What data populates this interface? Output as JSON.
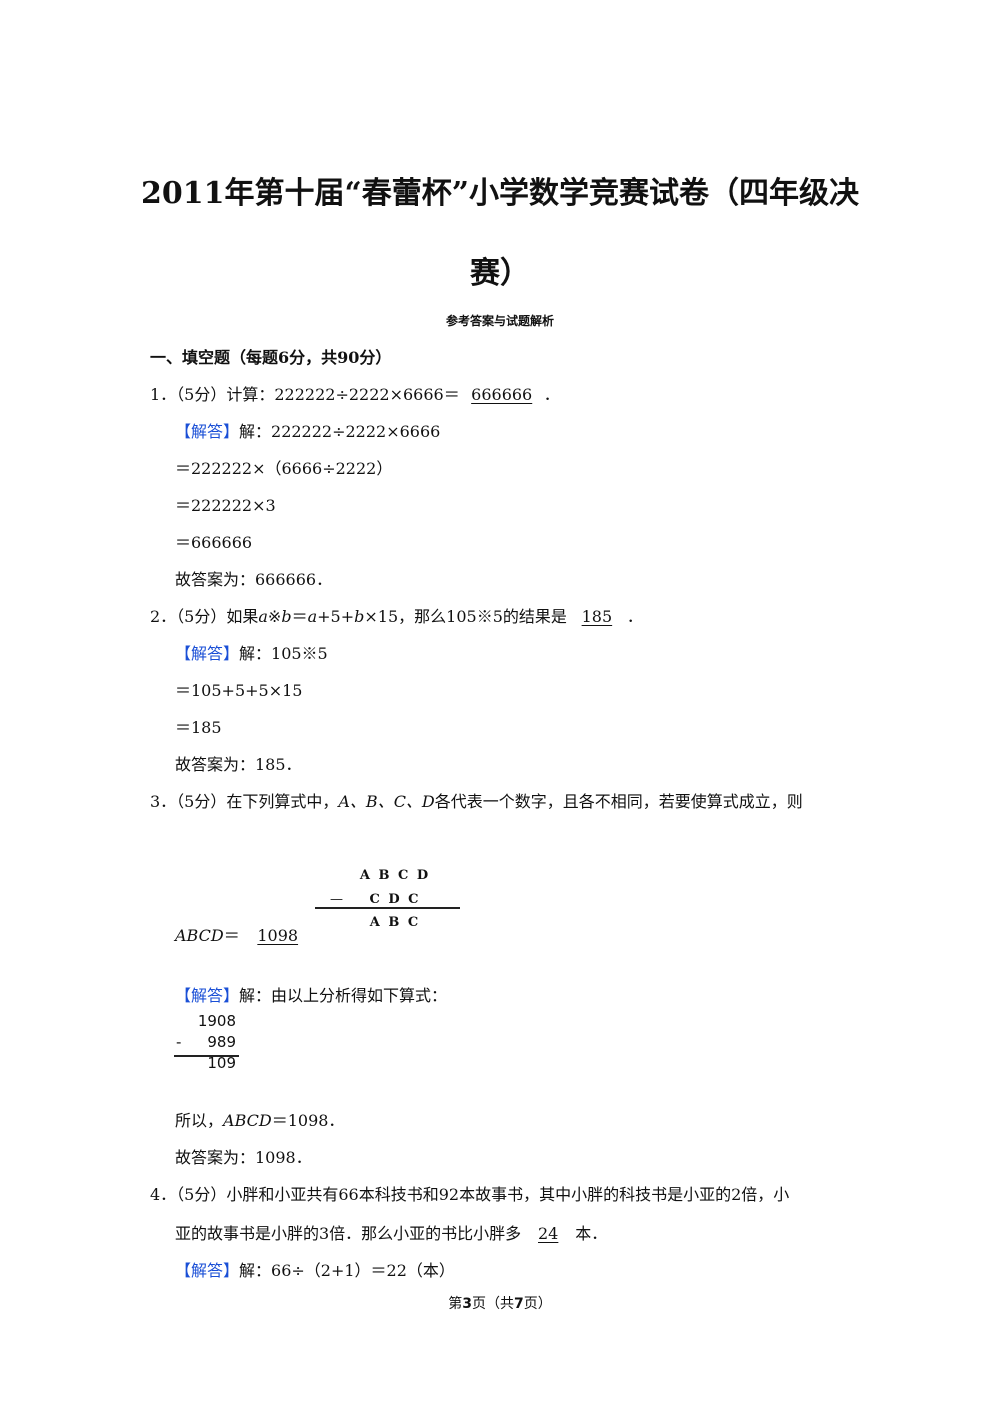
{
  "header": {
    "title_line1": "2011年第十届“春蕾杯”小学数学竞赛试卷（四年级决",
    "title_line2": "赛）",
    "subtitle": "参考答案与试题解析"
  },
  "section1": {
    "heading": "一、填空题（每题6分，共90分）"
  },
  "q1": {
    "prefix": "1．（5分）计算：222222÷2222×6666＝",
    "answer": "666666",
    "suffix": "．",
    "tag": "【解答】",
    "sol_intro": "解：222222÷2222×6666",
    "steps": [
      "＝222222×（6666÷2222）",
      "＝222222×3",
      "＝666666"
    ],
    "final": "故答案为：666666．"
  },
  "q2": {
    "prefix": "2．（5分）如果",
    "a": "a",
    "mid1": "※",
    "b": "b",
    "mid2": "＝",
    "a2": "a",
    "mid3": "+5+",
    "b2": "b",
    "rest": "×15，那么105※5的结果是",
    "answer": "185",
    "suffix": "．",
    "tag": "【解答】",
    "sol_intro": "解：105※5",
    "steps": [
      "＝105+5+5×15",
      "＝185"
    ],
    "final": "故答案为：185．"
  },
  "q3": {
    "line1_a": "3．（5分）在下列算式中，",
    "letters": "A、B、C、D",
    "line1_b": "各代表一个数字，且各不相同，若要使算式成立，则",
    "abcd_label": "ABCD",
    "eq": "＝",
    "answer": "1098",
    "fig1": {
      "row1": "A B C D",
      "minus": "—",
      "row2": "C D C",
      "row3": "A B C"
    },
    "tag": "【解答】",
    "sol_intro": "解：由以上分析得如下算式：",
    "fig2": {
      "row1": "1908",
      "minus": "-",
      "row2": "989",
      "row3": "109"
    },
    "conclusion_a": "所以，",
    "conclusion_label": "ABCD",
    "conclusion_b": "＝1098．",
    "final": "故答案为：1098．"
  },
  "q4": {
    "line1": "4．（5分）小胖和小亚共有66本科技书和92本故事书，其中小胖的科技书是小亚的2倍，小",
    "line2_a": "亚的故事书是小胖的3倍．那么小亚的书比小胖多",
    "answer": "24",
    "line2_b": "本．",
    "tag": "【解答】",
    "sol_intro": "解：66÷（2+1）＝22（本）"
  },
  "footer": {
    "a": "第",
    "page": "3",
    "b": "页（共",
    "total": "7",
    "c": "页）"
  }
}
